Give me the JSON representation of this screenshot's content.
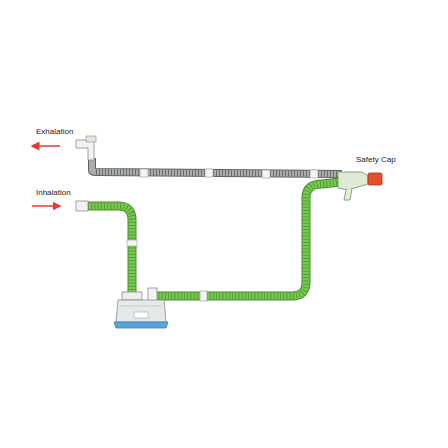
{
  "diagram": {
    "labels": [
      "Exhalation",
      "Inhalation",
      "Safety Cap"
    ]
  }
}
